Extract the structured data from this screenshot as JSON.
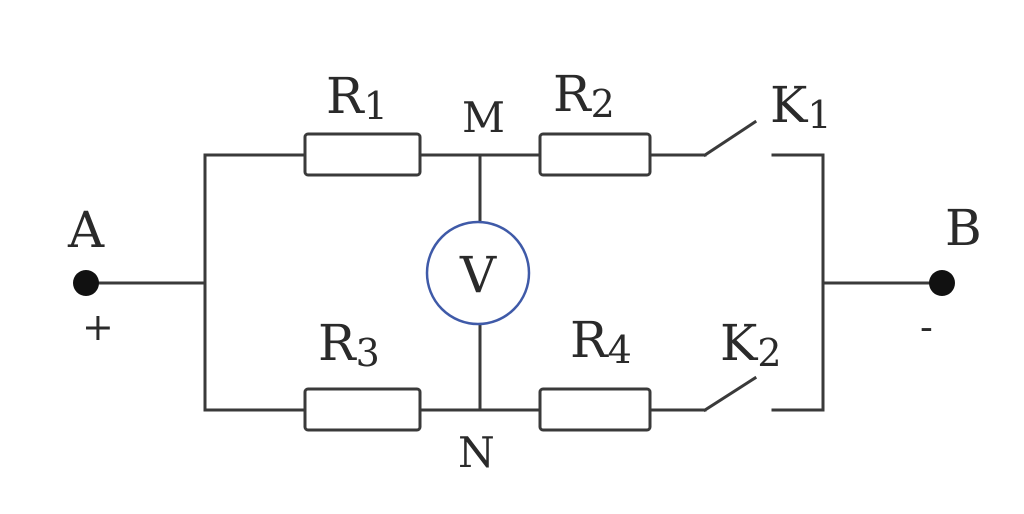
{
  "diagram": {
    "terminals": {
      "a": {
        "name": "A",
        "polarity": "+"
      },
      "b": {
        "name": "B",
        "polarity": "-"
      }
    },
    "nodes": {
      "m": "M",
      "n": "N"
    },
    "resistors": {
      "r1": {
        "letter": "R",
        "index": "1"
      },
      "r2": {
        "letter": "R",
        "index": "2"
      },
      "r3": {
        "letter": "R",
        "index": "3"
      },
      "r4": {
        "letter": "R",
        "index": "4"
      }
    },
    "switches": {
      "k1": {
        "letter": "K",
        "index": "1"
      },
      "k2": {
        "letter": "K",
        "index": "2"
      }
    },
    "voltmeter": {
      "label": "V"
    },
    "colors": {
      "wire": "#3a3a3a",
      "voltmeter": "#3f5aa8",
      "terminal": "#111111"
    }
  }
}
